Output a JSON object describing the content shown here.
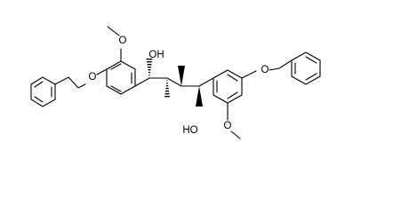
{
  "molecule": {
    "atoms": [
      {
        "id": "o1",
        "label": "O"
      },
      {
        "id": "o2",
        "label": "O"
      },
      {
        "id": "oh1",
        "label": "OH"
      },
      {
        "id": "oh2",
        "label": "HO"
      },
      {
        "id": "o3",
        "label": "O"
      },
      {
        "id": "o4",
        "label": "O"
      }
    ]
  },
  "colors": {
    "ink": "#000000",
    "background": "#ffffff"
  }
}
